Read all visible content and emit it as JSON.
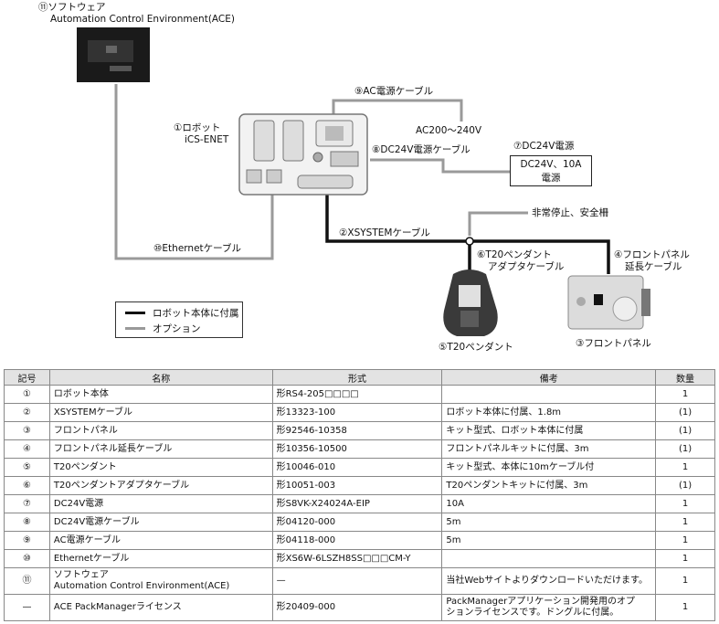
{
  "diagram": {
    "software_label": [
      "⑪ソフトウェア",
      "Automation Control Environment(ACE)"
    ],
    "robot_label": [
      "①ロボット",
      "iCS-ENET"
    ],
    "ac_cable_label": "⑨AC電源ケーブル",
    "ac_voltage_label": "AC200～240V",
    "dc_cable_label": "⑧DC24V電源ケーブル",
    "dc_psu_title": "⑦DC24V電源",
    "dc_psu_box": [
      "DC24V、10A",
      "電源"
    ],
    "estop_label": "非常停止、安全柵",
    "xsystem_label": "②XSYSTEMケーブル",
    "adapter_label": [
      "⑥T20ペンダント",
      "アダプタケーブル"
    ],
    "front_ext_label": [
      "④フロントパネル",
      "延長ケーブル"
    ],
    "ethernet_label": "⑩Ethernetケーブル",
    "pendant_label": "⑤T20ペンダント",
    "front_panel_label": "③フロントパネル",
    "legend": [
      {
        "text": "ロボット本体に付属",
        "color": "#111111"
      },
      {
        "text": "オプション",
        "color": "#999999"
      }
    ]
  },
  "table": {
    "headers": [
      "記号",
      "名称",
      "形式",
      "備考",
      "数量"
    ],
    "rows": [
      {
        "sym": "①",
        "name": "ロボット本体",
        "model": "形RS4-205□□□□",
        "note": "",
        "qty": "1"
      },
      {
        "sym": "②",
        "name": "XSYSTEMケーブル",
        "model": "形13323-100",
        "note": "ロボット本体に付属、1.8m",
        "qty": "(1)"
      },
      {
        "sym": "③",
        "name": "フロントパネル",
        "model": "形92546-10358",
        "note": "キット型式、ロボット本体に付属",
        "qty": "(1)"
      },
      {
        "sym": "④",
        "name": "フロントパネル延長ケーブル",
        "model": "形10356-10500",
        "note": "フロントパネルキットに付属、3m",
        "qty": "(1)"
      },
      {
        "sym": "⑤",
        "name": "T20ペンダント",
        "model": "形10046-010",
        "note": "キット型式、本体に10mケーブル付",
        "qty": "1"
      },
      {
        "sym": "⑥",
        "name": "T20ペンダントアダプタケーブル",
        "model": "形10051-003",
        "note": "T20ペンダントキットに付属、3m",
        "qty": "(1)"
      },
      {
        "sym": "⑦",
        "name": "DC24V電源",
        "model": "形S8VK-X24024A-EIP",
        "note": "10A",
        "qty": "1"
      },
      {
        "sym": "⑧",
        "name": "DC24V電源ケーブル",
        "model": "形04120-000",
        "note": "5m",
        "qty": "1"
      },
      {
        "sym": "⑨",
        "name": "AC電源ケーブル",
        "model": "形04118-000",
        "note": "5m",
        "qty": "1"
      },
      {
        "sym": "⑩",
        "name": "Ethernetケーブル",
        "model": "形XS6W-6LSZH8SS□□□CM-Y",
        "note": "",
        "qty": "1"
      },
      {
        "sym": "⑪",
        "name": "ソフトウェア\nAutomation Control Environment(ACE)",
        "model": "—",
        "note": "当社Webサイトよりダウンロードいただけます。",
        "qty": "1"
      },
      {
        "sym": "—",
        "name": "ACE PackManagerライセンス",
        "model": "形20409-000",
        "note": "PackManagerアプリケーション開発用のオプ\nションライセンスです。ドングルに付属。",
        "qty": "1"
      }
    ]
  }
}
